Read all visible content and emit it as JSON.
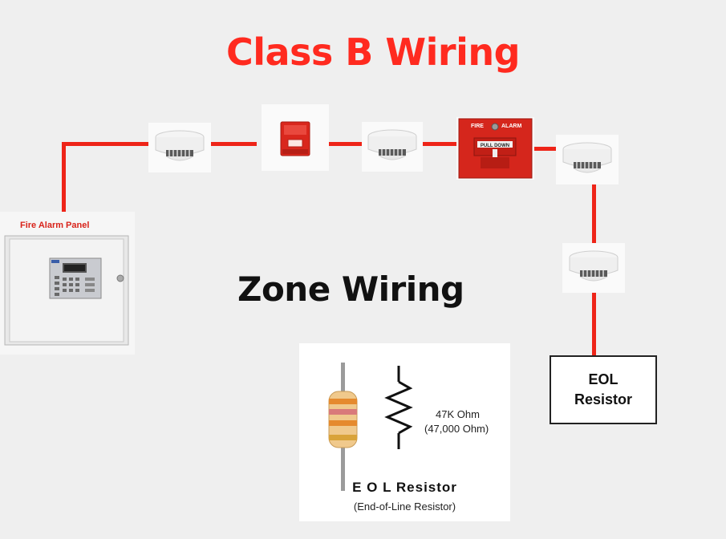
{
  "title": "Class B Wiring",
  "subtitle": "Zone Wiring",
  "panel": {
    "label": "Fire Alarm Panel"
  },
  "eol_box": {
    "line1": "EOL",
    "line2": "Resistor"
  },
  "resistor_card": {
    "value": "47K Ohm",
    "value_alt": "(47,000 Ohm)",
    "title": "E O L Resistor",
    "subtitle": "(End-of-Line Resistor)"
  },
  "pull_station": {
    "top_left": "FIRE",
    "top_right": "ALARM",
    "handle": "PULL DOWN"
  },
  "colors": {
    "wire": "#ee2418",
    "title": "#ff2a1f",
    "strobe": "#d9271d"
  },
  "icons": [
    "smoke-detector-icon",
    "horn-strobe-icon",
    "manual-pull-station-icon",
    "control-panel-icon",
    "resistor-icon",
    "resistor-symbol-icon"
  ]
}
